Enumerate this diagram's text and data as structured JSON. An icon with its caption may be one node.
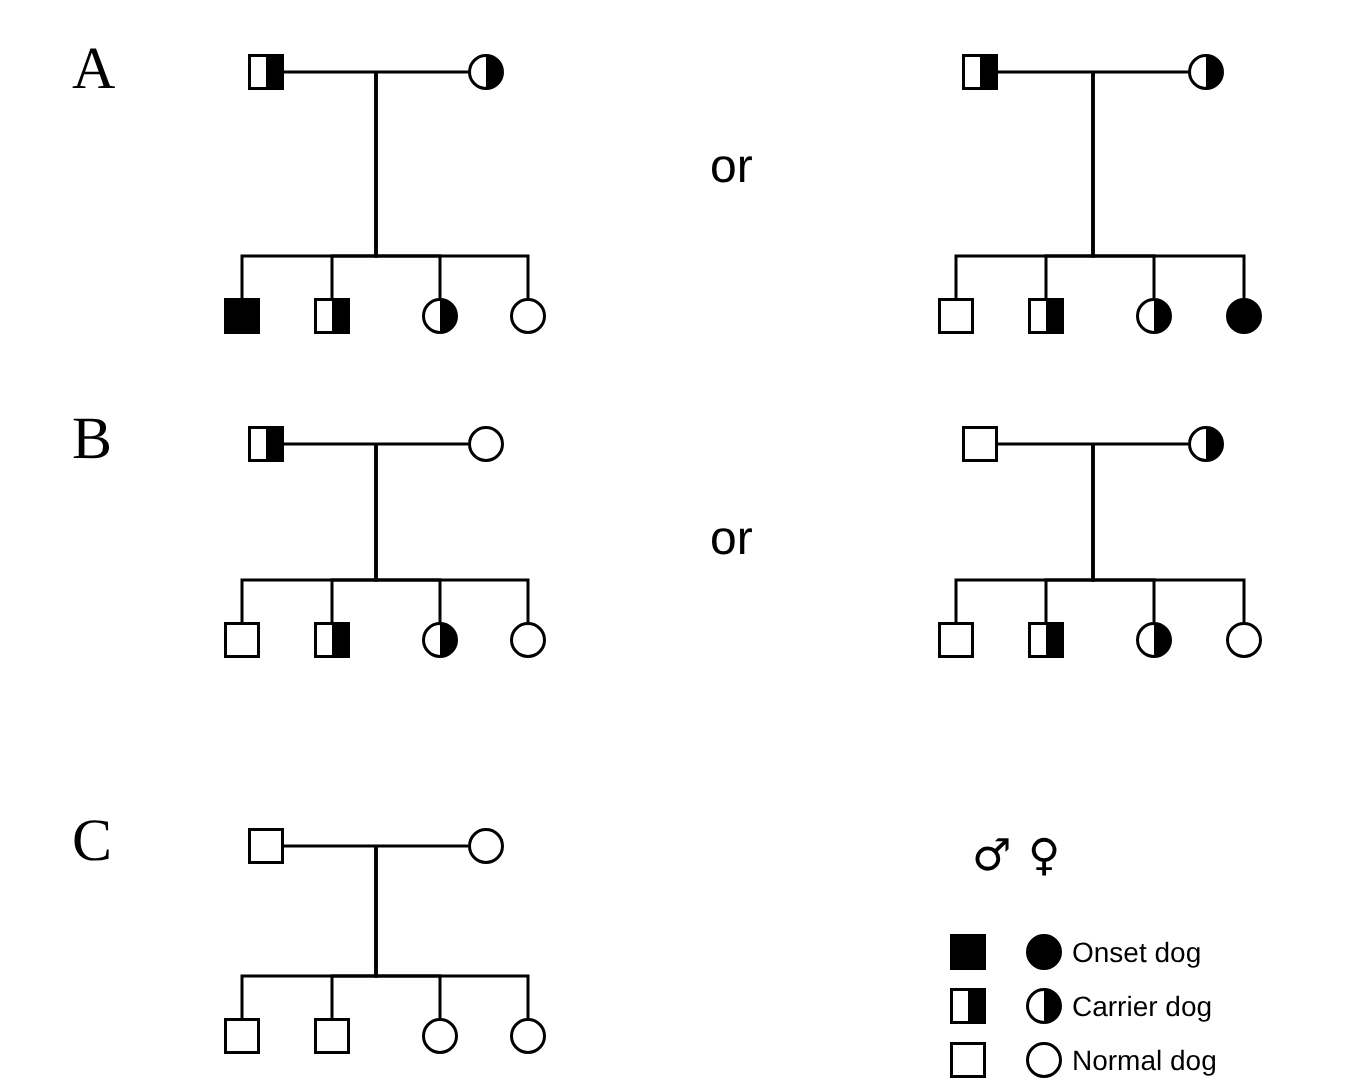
{
  "diagram": {
    "nodes": [
      {
        "text": [],
        "shape": "box"
      },
      {
        "text": [],
        "shape": "circle"
      },
      {
        "text": [],
        "shape": "box"
      },
      {
        "text": [],
        "shape": "box"
      },
      {
        "text": [],
        "shape": "circle"
      },
      {
        "text": [],
        "shape": "circle"
      },
      {
        "text": [],
        "shape": "box"
      },
      {
        "text": [],
        "shape": "circle"
      },
      {
        "text": [],
        "shape": "box"
      },
      {
        "text": [],
        "shape": "box"
      },
      {
        "text": [],
        "shape": "circle"
      },
      {
        "text": [],
        "shape": "circle"
      },
      {
        "text": [],
        "shape": "box"
      },
      {
        "text": [],
        "shape": "circle"
      },
      {
        "text": [],
        "shape": "box"
      },
      {
        "text": [],
        "shape": "box"
      },
      {
        "text": [],
        "shape": "circle"
      },
      {
        "text": [],
        "shape": "circle"
      },
      {
        "text": [],
        "shape": "box"
      },
      {
        "text": [],
        "shape": "circle"
      },
      {
        "text": [],
        "shape": "box"
      },
      {
        "text": [],
        "shape": "box"
      },
      {
        "text": [],
        "shape": "circle"
      },
      {
        "text": [],
        "shape": "circle"
      },
      {
        "text": [],
        "shape": "box"
      },
      {
        "text": [],
        "shape": "circle"
      },
      {
        "text": [],
        "shape": "box"
      },
      {
        "text": [],
        "shape": "box"
      },
      {
        "text": [],
        "shape": "circle"
      },
      {
        "text": [],
        "shape": "circle"
      }
    ],
    "edges": [
      {
        "from": 0,
        "to": 1,
        "arrow": "none"
      },
      {
        "from": null,
        "to": 2,
        "arrow": "none"
      },
      {
        "from": null,
        "to": 3,
        "arrow": "none"
      },
      {
        "from": null,
        "to": 4,
        "arrow": "none"
      },
      {
        "from": null,
        "to": 5,
        "arrow": "none"
      },
      {
        "from": 6,
        "to": 7,
        "arrow": "none"
      },
      {
        "from": null,
        "to": 8,
        "arrow": "none"
      },
      {
        "from": null,
        "to": 9,
        "arrow": "none"
      },
      {
        "from": null,
        "to": 10,
        "arrow": "none"
      },
      {
        "from": null,
        "to": 11,
        "arrow": "none"
      },
      {
        "from": 12,
        "to": 13,
        "arrow": "none"
      },
      {
        "from": null,
        "to": 14,
        "arrow": "none"
      },
      {
        "from": null,
        "to": 15,
        "arrow": "none"
      },
      {
        "from": null,
        "to": 16,
        "arrow": "none"
      },
      {
        "from": null,
        "to": 17,
        "arrow": "none"
      },
      {
        "from": 18,
        "to": 19,
        "arrow": "none"
      },
      {
        "from": null,
        "to": 20,
        "arrow": "none"
      },
      {
        "from": null,
        "to": 21,
        "arrow": "none"
      },
      {
        "from": null,
        "to": 22,
        "arrow": "none"
      },
      {
        "from": null,
        "to": 23,
        "arrow": "none"
      },
      {
        "from": 24,
        "to": 25,
        "arrow": "none"
      },
      {
        "from": null,
        "to": 26,
        "arrow": "none"
      },
      {
        "from": null,
        "to": 27,
        "arrow": "none"
      },
      {
        "from": null,
        "to": 28,
        "arrow": "none"
      },
      {
        "from": null,
        "to": 29,
        "arrow": "none"
      }
    ],
    "labels": [
      "A",
      "or",
      "B",
      "or",
      "C",
      "♂",
      "♀"
    ],
    "legend": [
      {
        "text": "Onset dog"
      },
      {
        "text": "Carrier dog"
      },
      {
        "text": "Normal dog"
      }
    ]
  }
}
